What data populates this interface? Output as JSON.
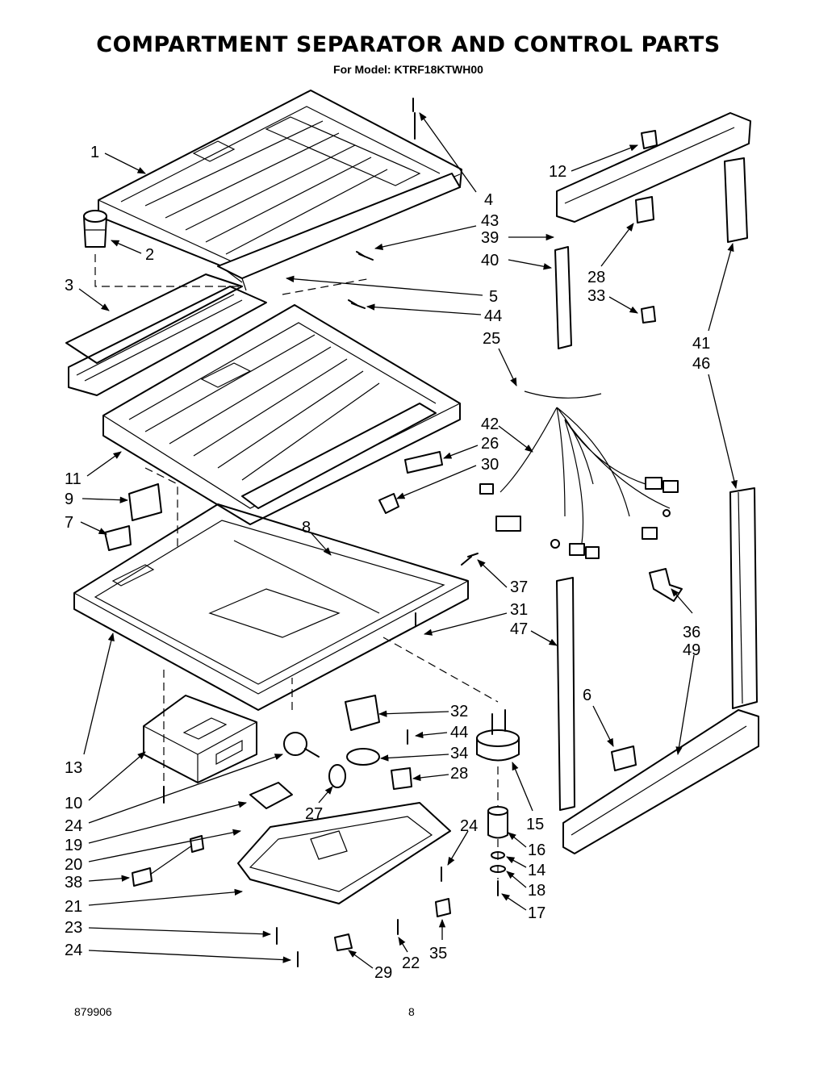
{
  "header": {
    "title": "COMPARTMENT SEPARATOR AND CONTROL PARTS",
    "subtitle": "For Model: KTRF18KTWH00"
  },
  "footer": {
    "doc_number": "879906",
    "page_number": "8"
  },
  "callouts": [
    {
      "id": "c1",
      "label": "1"
    },
    {
      "id": "c2",
      "label": "2"
    },
    {
      "id": "c3",
      "label": "3"
    },
    {
      "id": "c4",
      "label": "4"
    },
    {
      "id": "c43",
      "label": "43"
    },
    {
      "id": "c39",
      "label": "39"
    },
    {
      "id": "c40",
      "label": "40"
    },
    {
      "id": "c12",
      "label": "12"
    },
    {
      "id": "c28a",
      "label": "28"
    },
    {
      "id": "c33",
      "label": "33"
    },
    {
      "id": "c5",
      "label": "5"
    },
    {
      "id": "c44a",
      "label": "44"
    },
    {
      "id": "c25",
      "label": "25"
    },
    {
      "id": "c41",
      "label": "41"
    },
    {
      "id": "c46",
      "label": "46"
    },
    {
      "id": "c42",
      "label": "42"
    },
    {
      "id": "c26",
      "label": "26"
    },
    {
      "id": "c30",
      "label": "30"
    },
    {
      "id": "c11",
      "label": "11"
    },
    {
      "id": "c9",
      "label": "9"
    },
    {
      "id": "c7",
      "label": "7"
    },
    {
      "id": "c8",
      "label": "8"
    },
    {
      "id": "c37",
      "label": "37"
    },
    {
      "id": "c31",
      "label": "31"
    },
    {
      "id": "c47",
      "label": "47"
    },
    {
      "id": "c36",
      "label": "36"
    },
    {
      "id": "c49",
      "label": "49"
    },
    {
      "id": "c13",
      "label": "13"
    },
    {
      "id": "c32",
      "label": "32"
    },
    {
      "id": "c44b",
      "label": "44"
    },
    {
      "id": "c6",
      "label": "6"
    },
    {
      "id": "c34",
      "label": "34"
    },
    {
      "id": "c28b",
      "label": "28"
    },
    {
      "id": "c10",
      "label": "10"
    },
    {
      "id": "c24a",
      "label": "24"
    },
    {
      "id": "c27",
      "label": "27"
    },
    {
      "id": "c19",
      "label": "19"
    },
    {
      "id": "c15",
      "label": "15"
    },
    {
      "id": "c24b",
      "label": "24"
    },
    {
      "id": "c16",
      "label": "16"
    },
    {
      "id": "c20",
      "label": "20"
    },
    {
      "id": "c14",
      "label": "14"
    },
    {
      "id": "c38",
      "label": "38"
    },
    {
      "id": "c18",
      "label": "18"
    },
    {
      "id": "c21",
      "label": "21"
    },
    {
      "id": "c17",
      "label": "17"
    },
    {
      "id": "c23",
      "label": "23"
    },
    {
      "id": "c35",
      "label": "35"
    },
    {
      "id": "c22",
      "label": "22"
    },
    {
      "id": "c24c",
      "label": "24"
    },
    {
      "id": "c29",
      "label": "29"
    }
  ]
}
